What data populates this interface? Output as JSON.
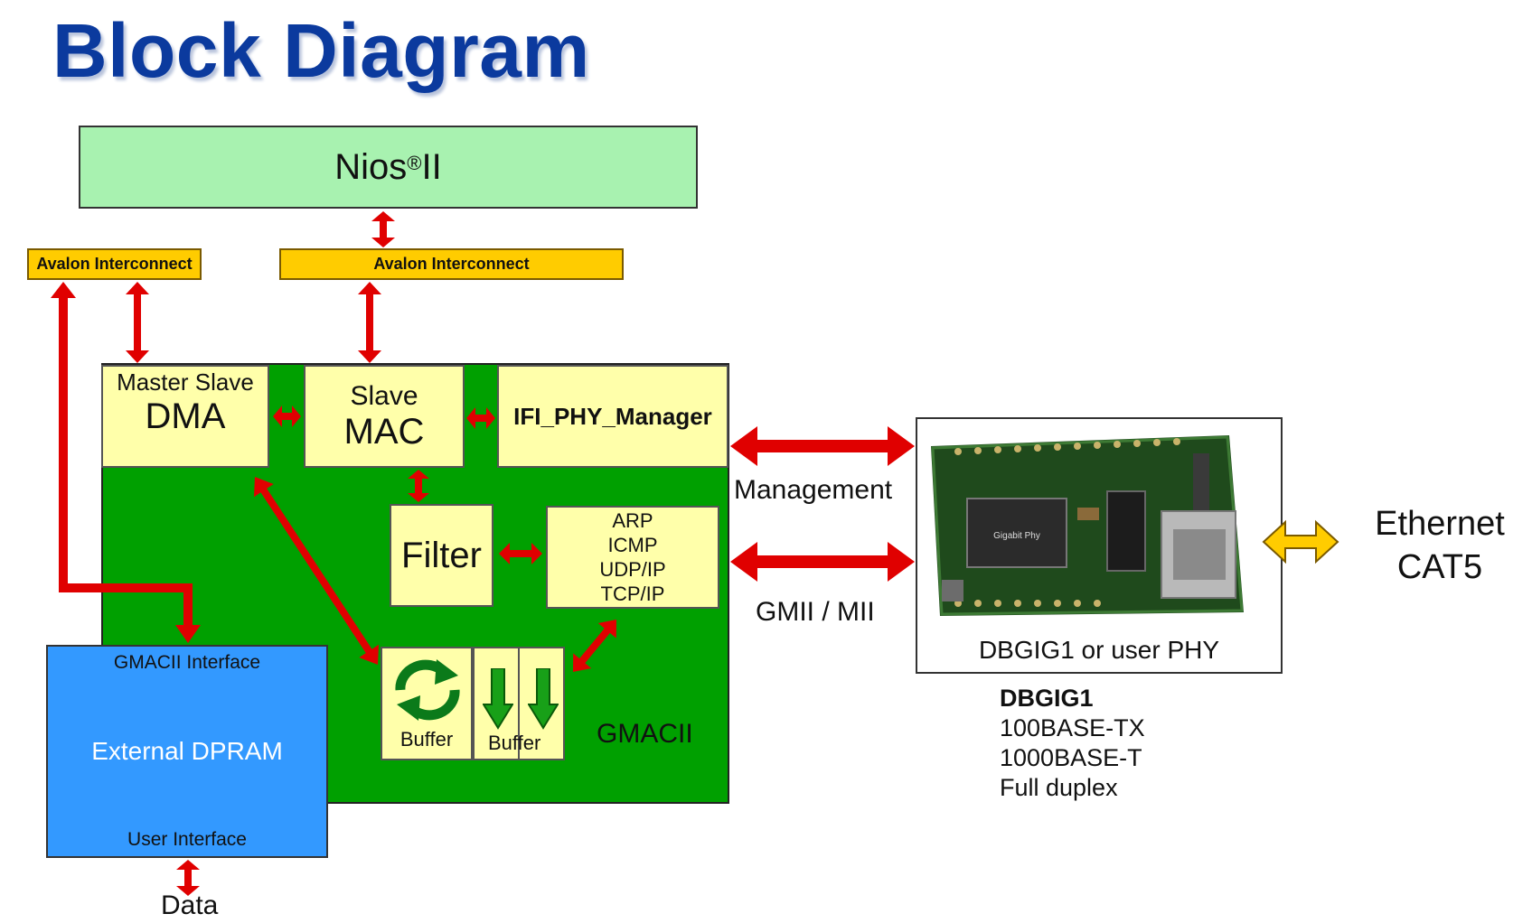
{
  "title": "Block Diagram",
  "nios": {
    "name": "Nios",
    "sup": "®",
    "suffix": "II"
  },
  "avalon_left": "Avalon Interconnect",
  "avalon_center": "Avalon Interconnect",
  "dma": {
    "top": "Master  Slave",
    "name": "DMA"
  },
  "mac": {
    "top": "Slave",
    "name": "MAC"
  },
  "phy_manager": "IFI_PHY_Manager",
  "filter": "Filter",
  "protocols": [
    "ARP",
    "ICMP",
    "UDP/IP",
    "TCP/IP"
  ],
  "buffers": [
    "Buffer",
    "Buffer"
  ],
  "gmacii": "GMACII",
  "dpram": {
    "top": "GMACII Interface",
    "center": "External DPRAM",
    "bottom": "User Interface"
  },
  "data_label": "Data",
  "management_label": "Management",
  "gmii_label": "GMII / MII",
  "phy_caption": "DBGIG1 or user PHY",
  "board": {
    "chip_label": "Gigabit Phy"
  },
  "ethernet": [
    "Ethernet",
    "CAT5"
  ],
  "dbgig1": {
    "title": "DBGIG1",
    "specs": [
      "100BASE-TX",
      "1000BASE-T",
      "Full  duplex"
    ]
  },
  "colors": {
    "title": "#0b3a9e",
    "arrow": "#e00000",
    "ethernet_arrow": "#ffcc00",
    "gmac_green": "#00a000",
    "block_yellow": "#ffffaa",
    "dpram_blue": "#3399ff",
    "nios_green": "#a8f2b0"
  },
  "icons": [
    "double-arrow-icon",
    "refresh-cycle-icon",
    "down-arrow-icon"
  ]
}
